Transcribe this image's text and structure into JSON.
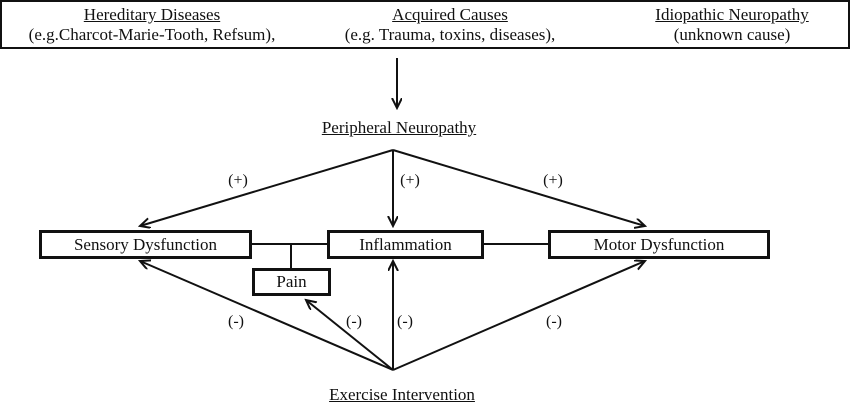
{
  "header": {
    "causes": [
      {
        "title": "Hereditary Diseases",
        "detail": "(e.g.Charcot-Marie-Tooth, Refsum),"
      },
      {
        "title": "Acquired Causes",
        "detail": "(e.g. Trauma, toxins, diseases),"
      },
      {
        "title": "Idiopathic Neuropathy",
        "detail": "(unknown cause)"
      }
    ]
  },
  "nodes": {
    "peripheral": "Peripheral Neuropathy",
    "sensory": "Sensory Dysfunction",
    "inflammation": "Inflammation",
    "motor": "Motor Dysfunction",
    "pain": "Pain",
    "exercise": "Exercise Intervention"
  },
  "signs": {
    "plus": "(+)",
    "minus": "(-)"
  },
  "colors": {
    "line": "#111111",
    "background": "#ffffff"
  }
}
